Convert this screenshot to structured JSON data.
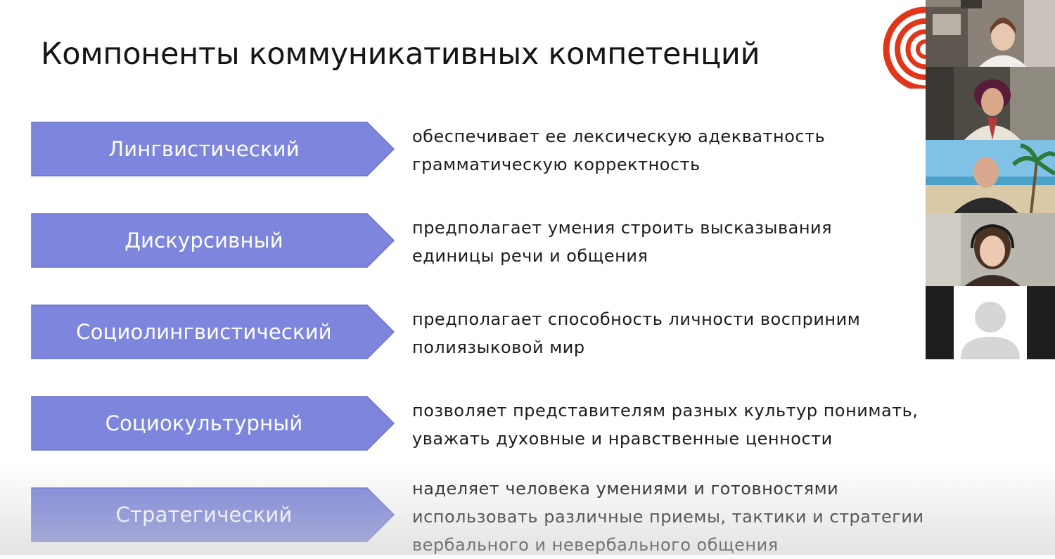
{
  "slide": {
    "title": "Компоненты коммуникативных компетенций",
    "rows": [
      {
        "label": "Лингвистический",
        "lines": [
          "обеспечивает ее лексическую адекватность",
          "грамматическую корректность"
        ]
      },
      {
        "label": "Дискурсивный",
        "lines": [
          "предполагает умения строить высказывания",
          "единицы речи и общения"
        ]
      },
      {
        "label": "Социолингвистический",
        "lines": [
          "предполагает способность личности восприним",
          "полиязыковой мир"
        ]
      },
      {
        "label": "Социокультурный",
        "lines": [
          "позволяет представителям разных культур понимать,",
          "уважать духовные и нравственные ценности"
        ]
      },
      {
        "label": "Стратегический",
        "lines": [
          "наделяет человека умениями и готовностями",
          "использовать различные приемы, тактики и стратегии",
          "вербального и невербального общения"
        ]
      }
    ]
  },
  "participants": [
    {
      "tile": "participant-video-1"
    },
    {
      "tile": "participant-video-2"
    },
    {
      "tile": "participant-video-3"
    },
    {
      "tile": "participant-video-4"
    },
    {
      "tile": "participant-avatar-placeholder"
    }
  ],
  "colors": {
    "arrow_fill": "#7d86dc",
    "arrow_stroke": "#6c74c8",
    "logo_red": "#e2361b",
    "text": "#1c1c1c"
  }
}
